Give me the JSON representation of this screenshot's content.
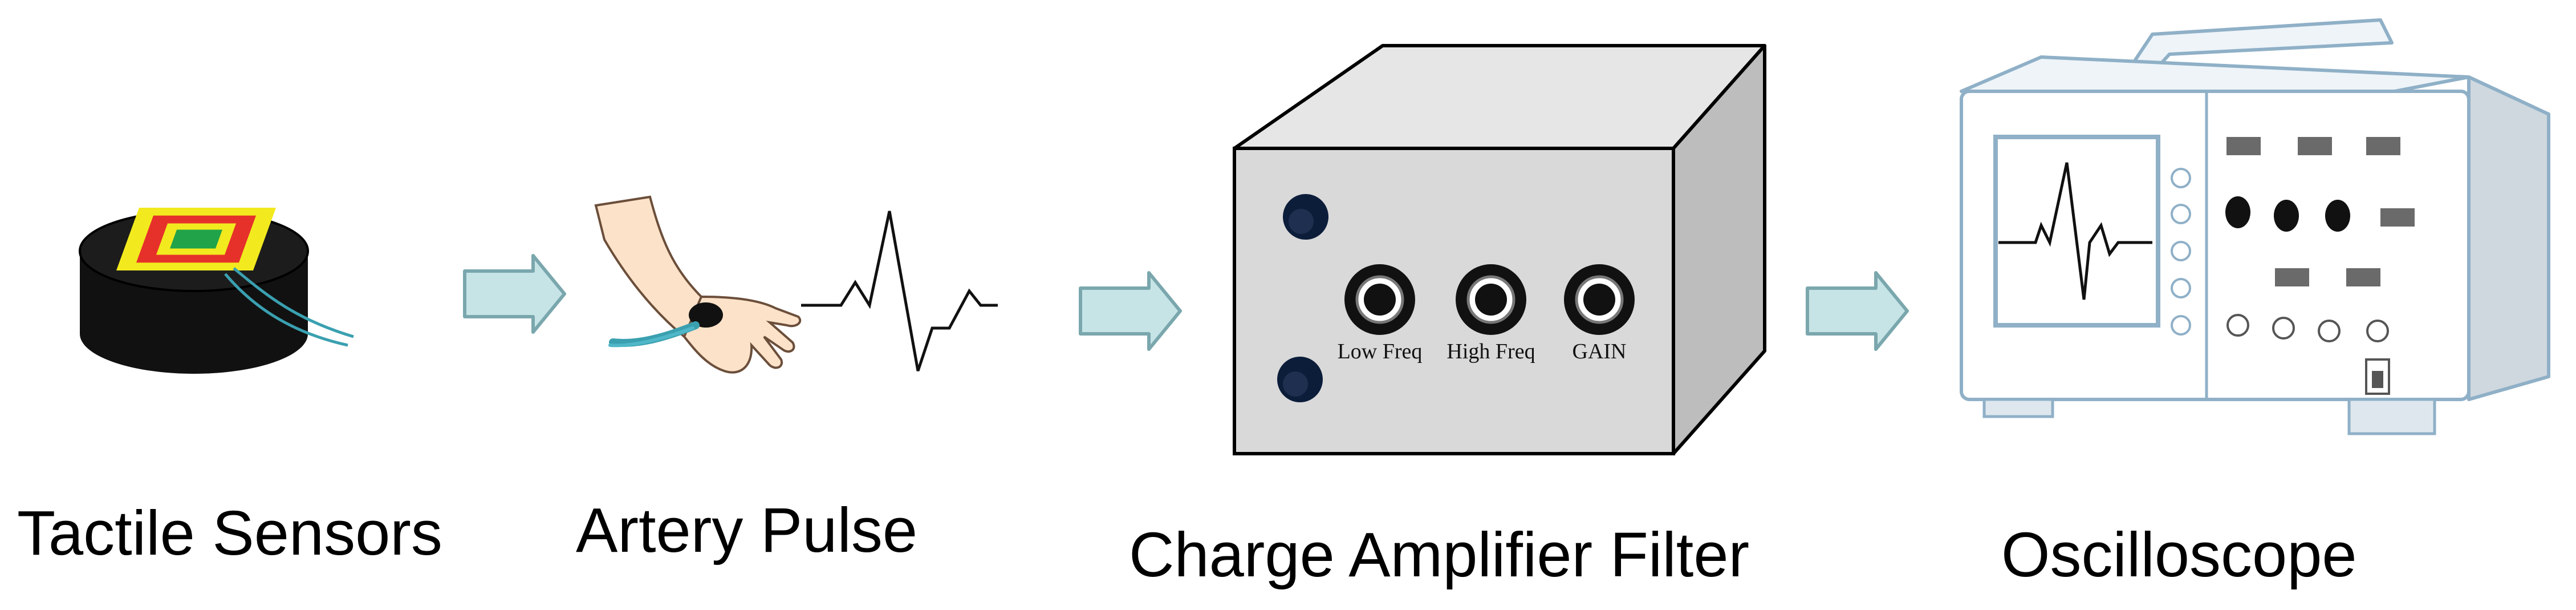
{
  "stages": [
    {
      "id": "tactile-sensors",
      "label": "Tactile Sensors"
    },
    {
      "id": "artery-pulse",
      "label": "Artery Pulse"
    },
    {
      "id": "charge-amplifier-filter",
      "label": "Charge Amplifier Filter"
    },
    {
      "id": "oscilloscope",
      "label": "Oscilloscope"
    }
  ],
  "amplifier": {
    "knobs": [
      "Low Freq",
      "High Freq",
      "GAIN"
    ]
  },
  "colors": {
    "arrow_fill": "#c6e4e6",
    "arrow_stroke": "#7aa7ad",
    "sensor_body": "#111111",
    "sensor_yellow": "#f2ea1e",
    "sensor_red": "#e6312a",
    "sensor_green": "#21a34a",
    "box_front": "#d9d9d9",
    "box_side": "#bdbdbd",
    "scope_outline": "#8fb0c7"
  }
}
